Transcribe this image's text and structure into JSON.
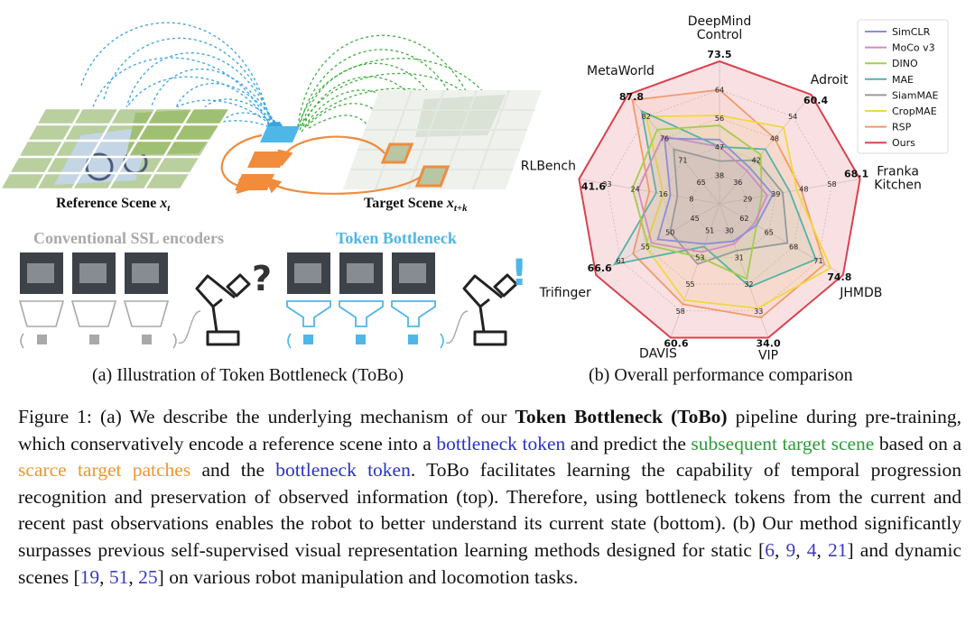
{
  "left_panel": {
    "reference_label": "Reference Scene",
    "reference_var": "x",
    "reference_sub": "t",
    "target_label": "Target Scene",
    "target_var": "x",
    "target_sub": "t+k",
    "conventional_label": "Conventional SSL encoders",
    "tobo_label": "Token Bottleneck",
    "question_mark": "?",
    "exclamation_mark": "!",
    "subcaption": "(a) Illustration of Token Bottleneck (ToBo)"
  },
  "right_panel": {
    "subcaption": "(b) Overall performance comparison"
  },
  "chart_data": {
    "type": "radar",
    "axes": [
      {
        "label": "DeepMind Control",
        "max": "73.5"
      },
      {
        "label": "Adroit",
        "max": "60.4"
      },
      {
        "label": "Franka Kitchen",
        "max": "68.1"
      },
      {
        "label": "JHMDB",
        "max": "74.8"
      },
      {
        "label": "VIP",
        "max": "34.0"
      },
      {
        "label": "DAVIS",
        "max": "60.6"
      },
      {
        "label": "Trifinger",
        "max": "66.6"
      },
      {
        "label": "RLBench",
        "max": "41.6"
      },
      {
        "label": "MetaWorld",
        "max": "87.8"
      }
    ],
    "ring_labels": [
      [
        "64",
        "56",
        "47",
        "38"
      ],
      [
        "54",
        "48",
        "42",
        "36"
      ],
      [
        "58",
        "48",
        "39",
        "29"
      ],
      [
        "71",
        "68",
        "65",
        "62"
      ],
      [
        "33",
        "32",
        "31",
        "30"
      ],
      [
        "58",
        "55",
        "53",
        "51"
      ],
      [
        "61",
        "55",
        "50",
        "45"
      ],
      [
        "33",
        "24",
        "16",
        "8"
      ],
      [
        "82",
        "76",
        "71",
        "65"
      ]
    ],
    "series": [
      {
        "name": "SimCLR",
        "color": "#8c8fd6",
        "values": [
          0.45,
          0.33,
          0.38,
          0.3,
          0.28,
          0.3,
          0.5,
          0.35,
          0.6
        ]
      },
      {
        "name": "MoCo v3",
        "color": "#d58ac4",
        "values": [
          0.4,
          0.3,
          0.34,
          0.28,
          0.3,
          0.36,
          0.55,
          0.58,
          0.62
        ]
      },
      {
        "name": "DINO",
        "color": "#a4cd4f",
        "values": [
          0.55,
          0.45,
          0.3,
          0.3,
          0.56,
          0.4,
          0.58,
          0.62,
          0.68
        ]
      },
      {
        "name": "MAE",
        "color": "#53b3a6",
        "values": [
          0.4,
          0.5,
          0.5,
          0.78,
          0.62,
          0.32,
          0.85,
          0.45,
          0.85
        ]
      },
      {
        "name": "SiamMAE",
        "color": "#9a9a9a",
        "values": [
          0.3,
          0.4,
          0.45,
          0.55,
          0.35,
          0.45,
          0.4,
          0.3,
          0.5
        ]
      },
      {
        "name": "CropMAE",
        "color": "#efd93e",
        "values": [
          0.62,
          0.7,
          0.55,
          0.9,
          0.78,
          0.72,
          0.6,
          0.4,
          0.8
        ]
      },
      {
        "name": "RSP",
        "color": "#f39a6b",
        "values": [
          0.8,
          0.6,
          0.58,
          0.85,
          0.85,
          0.75,
          0.7,
          0.5,
          0.95
        ]
      },
      {
        "name": "Ours",
        "color": "#d9424f",
        "values": [
          1,
          1,
          1,
          1,
          1,
          1,
          1,
          1,
          1
        ]
      }
    ]
  },
  "caption": {
    "p1": "Figure 1: (a) We describe the underlying mechanism of our ",
    "bold": "Token Bottleneck (ToBo)",
    "p2": " pipeline during pre-training, which conservatively encode a reference scene into a ",
    "bt1": "bottleneck token",
    "p3": " and predict the ",
    "green": "subsequent target scene",
    "p4": " based on a ",
    "orange": "scarce target patches",
    "p5": " and the ",
    "bt2": "bottleneck token",
    "p6": ". ToBo facilitates learning the capability of temporal progression recognition and preservation of observed information (top). Therefore, using bottleneck tokens from the current and recent past observations enables the robot to better understand its current state (bottom). (b) Our method significantly surpasses previous self-supervised visual representation learning methods designed for static [",
    "r1": "6",
    "s1": ", ",
    "r2": "9",
    "s2": ", ",
    "r3": "4",
    "s3": ", ",
    "r4": "21",
    "p7": "] and dynamic scenes [",
    "r5": "19",
    "s4": ", ",
    "r6": "51",
    "s5": ", ",
    "r7": "25",
    "p8": "] on various robot manipulation and locomotion tasks."
  },
  "colors": {
    "blue": "#4fb6e8",
    "green": "#3fae3f",
    "orange": "#f08c3c",
    "gray": "#a9a9a9"
  }
}
